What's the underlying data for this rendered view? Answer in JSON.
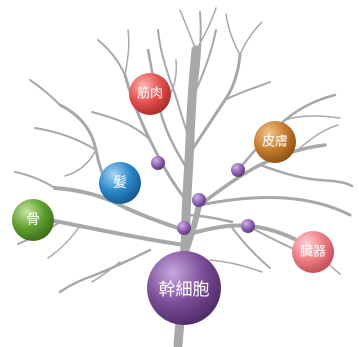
{
  "diagram": {
    "center": {
      "label": "幹細胞",
      "color": "#7b4d97"
    },
    "nodes": [
      {
        "id": "muscle",
        "label": "筋肉",
        "color": "#e2504d"
      },
      {
        "id": "skin",
        "label": "皮膚",
        "color": "#c47a2c"
      },
      {
        "id": "hair",
        "label": "髪",
        "color": "#2a86c8"
      },
      {
        "id": "bone",
        "label": "骨",
        "color": "#5e9e2e"
      },
      {
        "id": "organ",
        "label": "臓器",
        "color": "#ec7b82"
      }
    ],
    "branch_color": "#a8a8a8",
    "junction_color": "#8a5cab"
  }
}
